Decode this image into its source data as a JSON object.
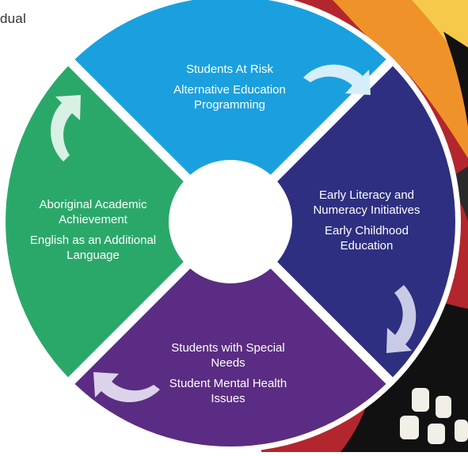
{
  "page": {
    "top_text_fragment": "dual"
  },
  "cycle": {
    "segments": [
      {
        "id": "top",
        "color": "#1aa0df",
        "lines": [
          "Students At Risk",
          "Alternative Education Programming"
        ]
      },
      {
        "id": "right",
        "color": "#2e2f80",
        "lines": [
          "Early Literacy and Numeracy Initiatives",
          "Early Childhood Education"
        ]
      },
      {
        "id": "bottom",
        "color": "#5b2c83",
        "lines": [
          "Students with Special Needs",
          "Student Mental Health Issues"
        ]
      },
      {
        "id": "left",
        "color": "#2aa86a",
        "lines": [
          "Aboriginal Academic Achievement",
          "English as an Additional Language"
        ]
      }
    ],
    "arrow_icons": [
      "curved-arrow-icon",
      "curved-arrow-icon",
      "curved-arrow-icon",
      "curved-arrow-icon"
    ]
  },
  "colors": {
    "outer_ring": "#ffffff",
    "center_hole": "#ffffff",
    "art_background": "#b3262d",
    "art_accent_orange": "#f0922a",
    "art_dark": "#111111"
  }
}
